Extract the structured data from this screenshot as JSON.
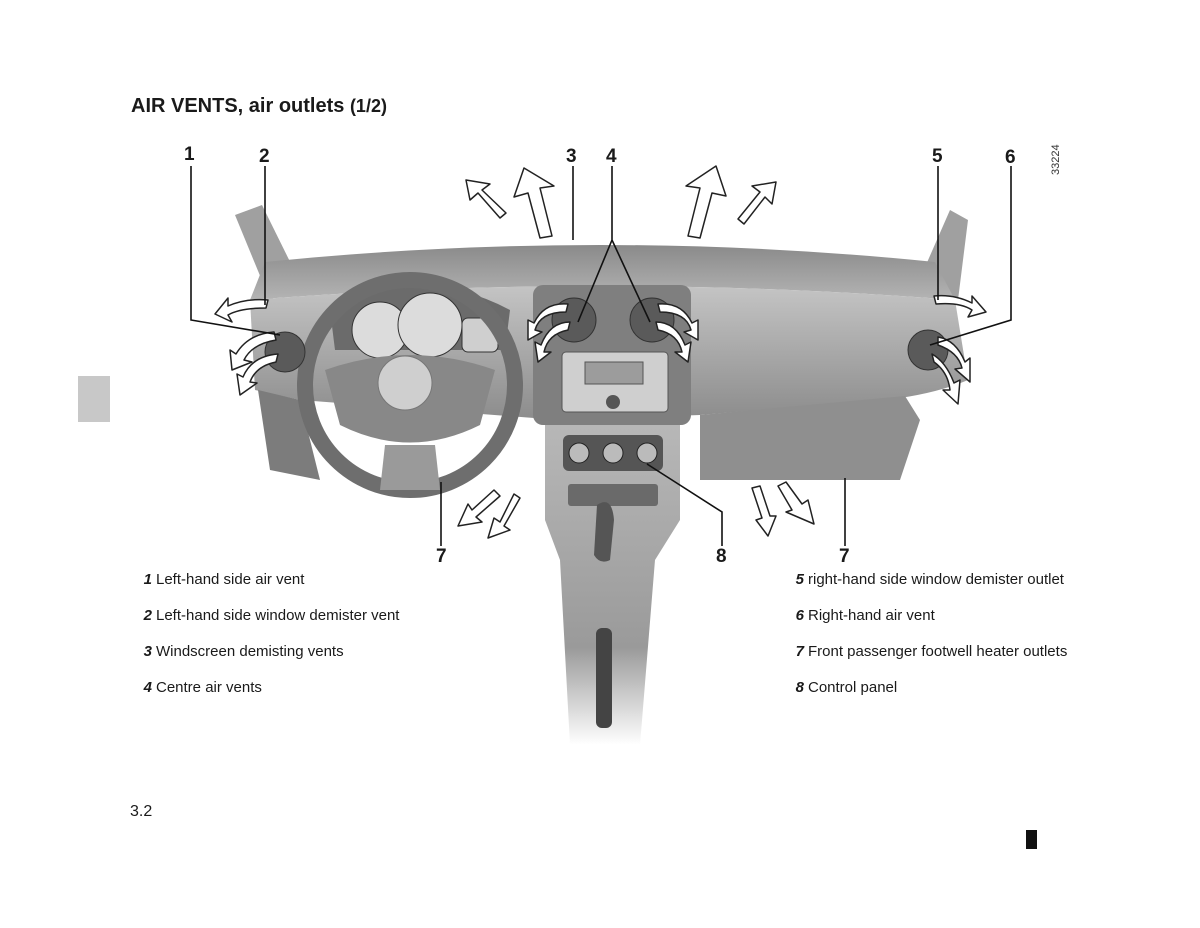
{
  "header": {
    "title_main": "AIR VENTS, air outlets",
    "title_sub": "(1/2)"
  },
  "figure_ref": "33224",
  "callouts": [
    {
      "key": "c1",
      "label": "1"
    },
    {
      "key": "c2",
      "label": "2"
    },
    {
      "key": "c3",
      "label": "3"
    },
    {
      "key": "c4",
      "label": "4"
    },
    {
      "key": "c5",
      "label": "5"
    },
    {
      "key": "c6",
      "label": "6"
    },
    {
      "key": "c7a",
      "label": "7"
    },
    {
      "key": "c8",
      "label": "8"
    },
    {
      "key": "c7b",
      "label": "7"
    }
  ],
  "legend_left": [
    {
      "num": "1",
      "text": "Left-hand side air vent"
    },
    {
      "num": "2",
      "text": "Left-hand side window demister vent"
    },
    {
      "num": "3",
      "text": "Windscreen demisting vents"
    },
    {
      "num": "4",
      "text": "Centre air vents"
    }
  ],
  "legend_right": [
    {
      "num": "5",
      "text": "right-hand side window demister outlet"
    },
    {
      "num": "6",
      "text": "Right-hand air vent"
    },
    {
      "num": "7",
      "text": "Front passenger footwell heater outlets"
    },
    {
      "num": "8",
      "text": "Control panel"
    }
  ],
  "footer": {
    "page_number": "3.2"
  },
  "colors": {
    "dash_dark": "#6f6f6f",
    "dash_mid": "#9a9a9a",
    "dash_light": "#c9c9c9",
    "arrow_fill": "#ffffff"
  }
}
